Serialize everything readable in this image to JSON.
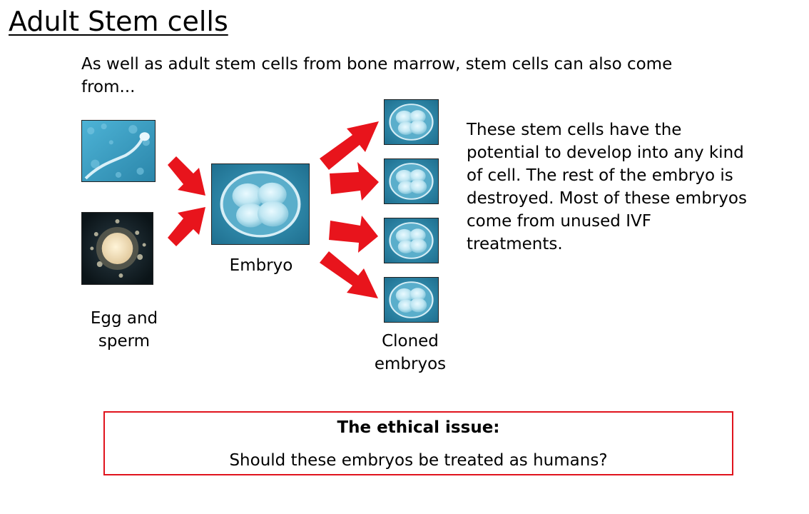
{
  "title": "Adult Stem cells",
  "intro": "As well as adult stem cells from bone marrow, stem cells can also come from...",
  "description": "These stem cells have the potential to develop into any kind of cell.  The rest of the embryo is destroyed.  Most of these embryos come from unused IVF treatments.",
  "labels": {
    "egg_sperm_line1": "Egg and",
    "egg_sperm_line2": "sperm",
    "embryo": "Embryo",
    "cloned_line1": "Cloned",
    "cloned_line2": "embryos"
  },
  "ethics": {
    "heading": "The ethical issue:",
    "question": "Should these embryos be treated as humans?"
  },
  "colors": {
    "arrow": "#e8141c",
    "box_border": "#e0131d",
    "photo_blue": "#2f8fb0"
  }
}
